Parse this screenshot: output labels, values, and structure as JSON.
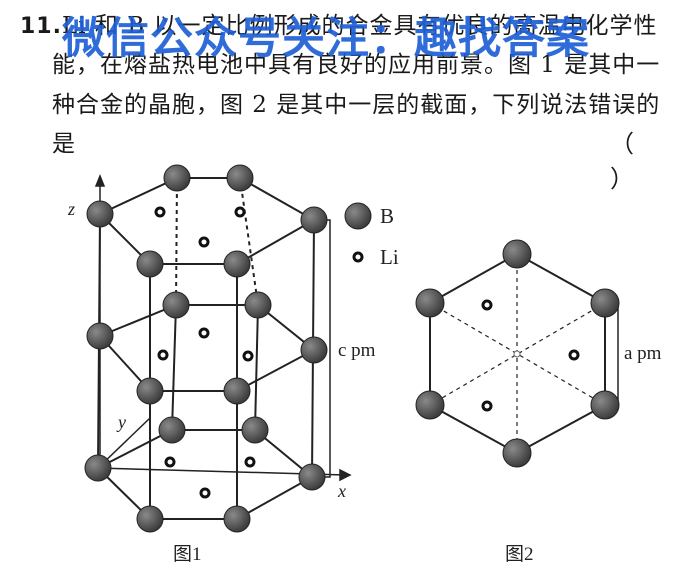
{
  "question": {
    "number": "11.",
    "line1": "Li 和 B 以一定比例形成的合金具有优良的高温电化学性",
    "line2": "能，在熔盐热电池中具有良好的应用前景。图 1 是其中一",
    "line3": "种合金的晶胞，图 2 是其中一层的截面，下列说法错误的",
    "line4": "是",
    "answer_paren": "（ ）"
  },
  "watermark": "微信公众号关注：趣找答案",
  "figure1": {
    "caption": "图1",
    "axis_z": "z",
    "axis_y": "y",
    "axis_x": "x",
    "dimension": "c pm"
  },
  "figure2": {
    "caption": "图2",
    "dimension": "a pm"
  },
  "legend": [
    {
      "symbol": "large-dark-sphere",
      "label": "B"
    },
    {
      "symbol": "small-ring",
      "label": "Li"
    }
  ],
  "colors": {
    "boron": "#5a5a5a",
    "lithium_ring": "#111111",
    "watermark": "#1e5fd6"
  }
}
